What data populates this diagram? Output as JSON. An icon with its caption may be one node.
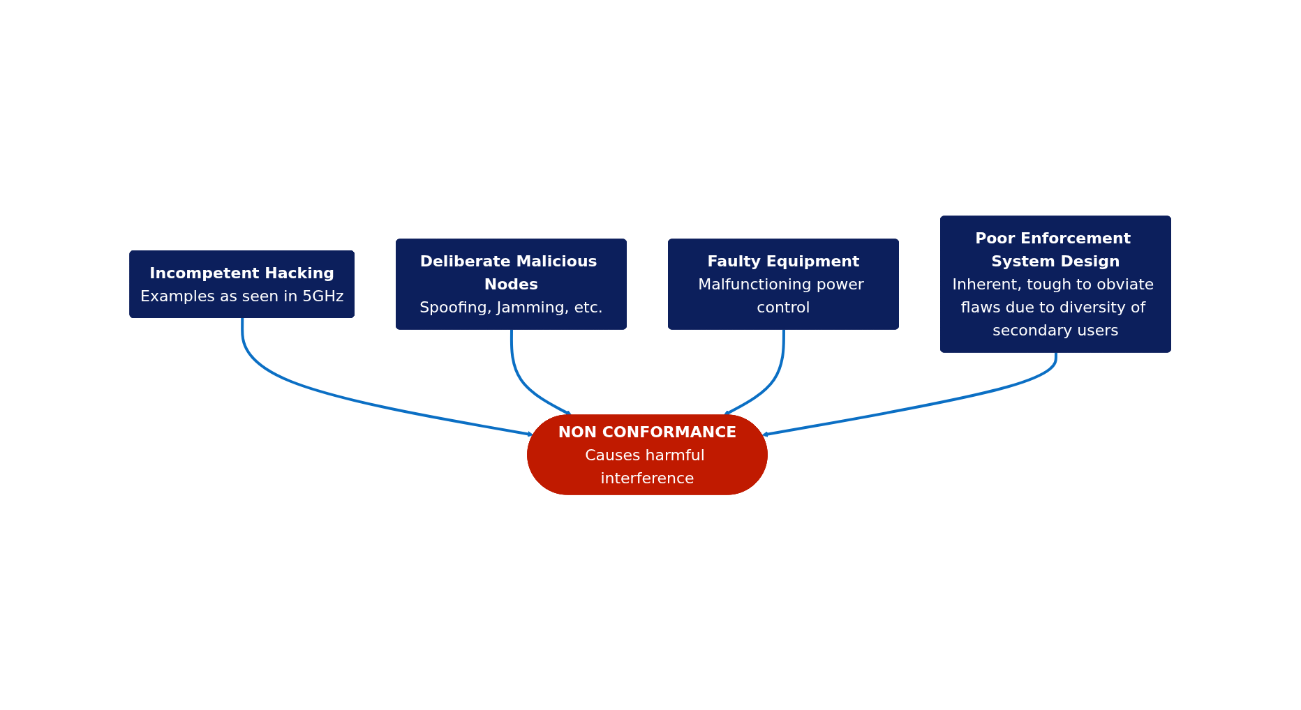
{
  "diagram": {
    "nodes": [
      {
        "text": [
          "Incompetent Hacking",
          "Examples as seen in 5GHz"
        ]
      },
      {
        "text": [
          "Deliberate Malicious Nodes",
          "Spoofing, Jamming, etc."
        ]
      },
      {
        "text": [
          "Faulty Equipment",
          "Malfunctioning power control"
        ]
      },
      {
        "text": [
          "Poor Enforcement System Design",
          "Inherent, tough to obviate flaws due to diversity of secondary users"
        ]
      },
      {
        "text": [
          "NON CONFORMANCE",
          "Causes harmful interference"
        ]
      }
    ],
    "edges": [
      {
        "from": 0,
        "to": 4,
        "arrow": "to"
      },
      {
        "from": 1,
        "to": 4,
        "arrow": "to"
      },
      {
        "from": 2,
        "to": 4,
        "arrow": "to"
      },
      {
        "from": 3,
        "to": 4,
        "arrow": "to"
      }
    ]
  }
}
